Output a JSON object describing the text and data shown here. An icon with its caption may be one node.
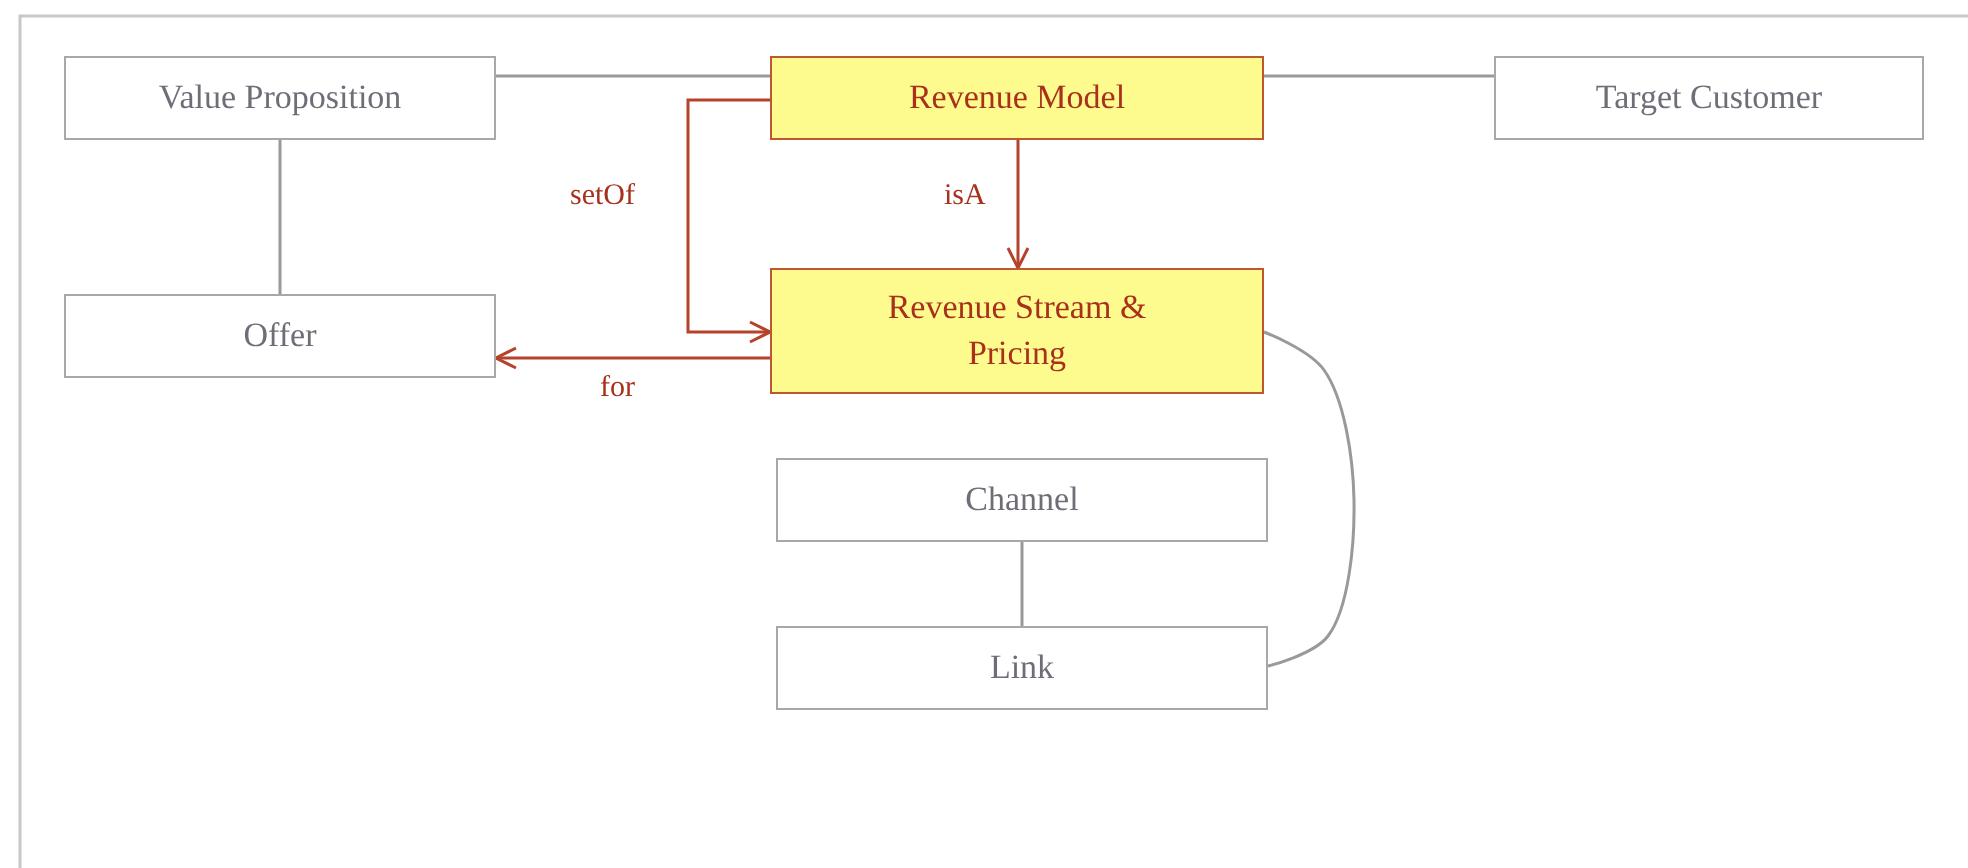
{
  "diagram": {
    "nodes": [
      {
        "text": [
          "Value Proposition"
        ]
      },
      {
        "text": [
          "Revenue Model"
        ]
      },
      {
        "text": [
          "Target Customer"
        ]
      },
      {
        "text": [
          "Offer"
        ]
      },
      {
        "text": [
          "Revenue Stream & Pricing"
        ]
      },
      {
        "text": [
          "Channel"
        ]
      },
      {
        "text": [
          "Link"
        ]
      }
    ],
    "edges": [
      {
        "from": 0,
        "to": 1,
        "arrow": "none"
      },
      {
        "from": 1,
        "to": 2,
        "arrow": "none"
      },
      {
        "from": 0,
        "to": 3,
        "arrow": "none"
      },
      {
        "from": 1,
        "to": 4,
        "arrow": "to",
        "label": "isA",
        "color": "#b5432c"
      },
      {
        "from": 1,
        "to": 4,
        "arrow": "to",
        "label": "setOf",
        "color": "#b5432c"
      },
      {
        "from": 4,
        "to": 3,
        "arrow": "to",
        "label": "for",
        "color": "#b5432c"
      },
      {
        "from": 5,
        "to": 6,
        "arrow": "none"
      },
      {
        "from": 4,
        "to": 6,
        "arrow": "none"
      }
    ]
  }
}
